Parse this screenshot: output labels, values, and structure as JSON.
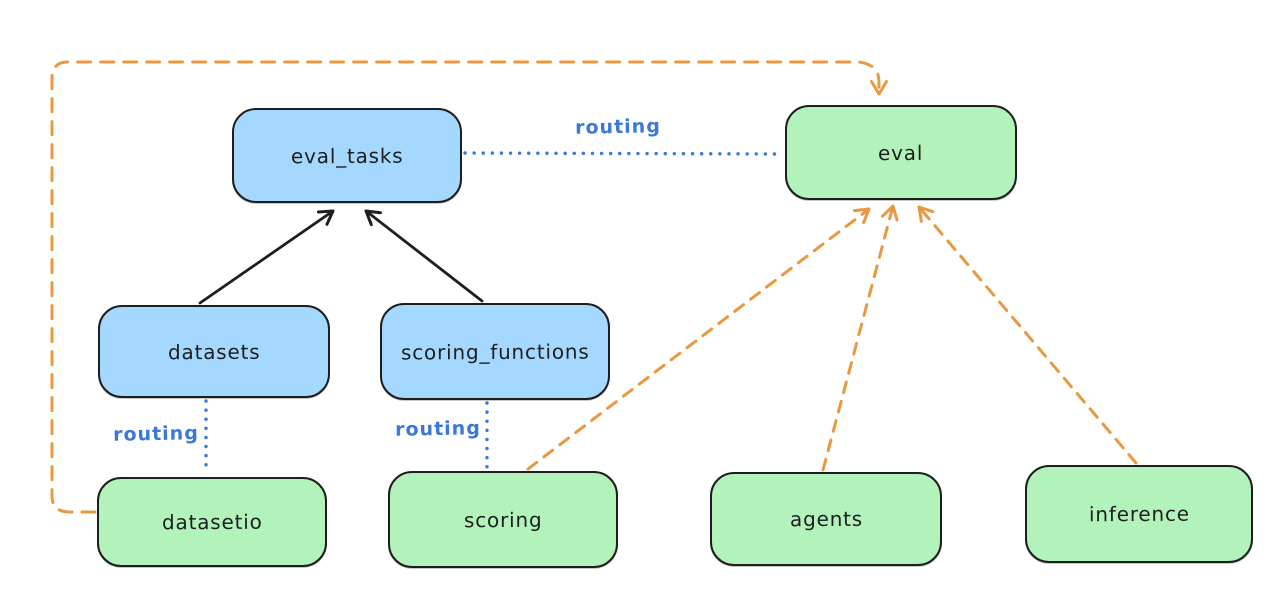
{
  "canvas": {
    "background": "#ffffff"
  },
  "colors": {
    "node_border": "#1e1e1e",
    "node_text": "#1e1e1e",
    "blue_node_fill": "#a5d8ff",
    "green_node_fill": "#b2f2bb",
    "routing_blue": "#3b78d8",
    "orange_dashed": "#e9983f",
    "black_arrow": "#1e1e1e"
  },
  "nodes": {
    "eval_tasks": {
      "label": "eval_tasks",
      "fill": "#a5d8ff"
    },
    "eval": {
      "label": "eval",
      "fill": "#b2f2bb"
    },
    "datasets": {
      "label": "datasets",
      "fill": "#a5d8ff"
    },
    "scoring_functions": {
      "label": "scoring_functions",
      "fill": "#a5d8ff"
    },
    "datasetio": {
      "label": "datasetio",
      "fill": "#b2f2bb"
    },
    "scoring": {
      "label": "scoring",
      "fill": "#b2f2bb"
    },
    "agents": {
      "label": "agents",
      "fill": "#b2f2bb"
    },
    "inference": {
      "label": "inference",
      "fill": "#b2f2bb"
    }
  },
  "edges": {
    "datasets_to_eval_tasks": {
      "from": "datasets",
      "to": "eval_tasks",
      "style": "solid-black-arrow"
    },
    "scoring_functions_to_eval_tasks": {
      "from": "scoring_functions",
      "to": "eval_tasks",
      "style": "solid-black-arrow"
    },
    "eval_tasks_to_eval": {
      "from": "eval_tasks",
      "to": "eval",
      "style": "dotted-blue",
      "label": "routing"
    },
    "datasets_to_datasetio": {
      "from": "datasets",
      "to": "datasetio",
      "style": "dotted-blue",
      "label": "routing"
    },
    "scoring_functions_to_scoring": {
      "from": "scoring_functions",
      "to": "scoring",
      "style": "dotted-blue",
      "label": "routing"
    },
    "datasetio_to_eval": {
      "from": "datasetio",
      "to": "eval",
      "style": "dashed-orange-arrow"
    },
    "scoring_to_eval": {
      "from": "scoring",
      "to": "eval",
      "style": "dashed-orange-arrow"
    },
    "agents_to_eval": {
      "from": "agents",
      "to": "eval",
      "style": "dashed-orange-arrow"
    },
    "inference_to_eval": {
      "from": "inference",
      "to": "eval",
      "style": "dashed-orange-arrow"
    }
  }
}
